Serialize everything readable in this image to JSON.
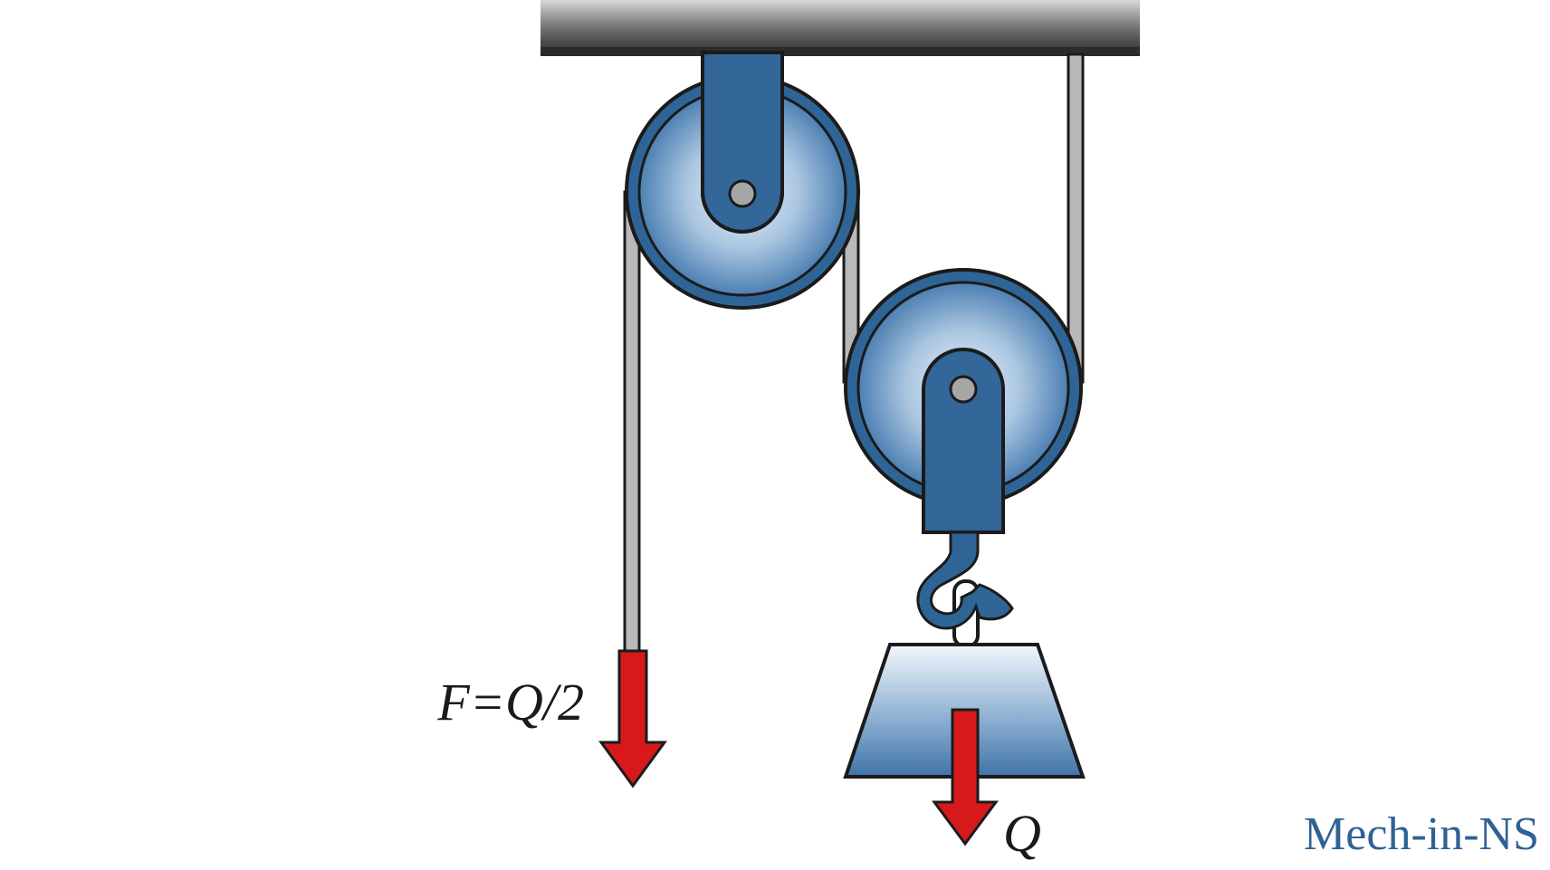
{
  "labels": {
    "force": "F=Q/2",
    "load": "Q",
    "watermark": "Mech-in-NS"
  },
  "colors": {
    "pulley_blue": "#2f6596",
    "pulley_light": "#e3eef8",
    "bracket_blue": "#336699",
    "rope_fill": "#b9b9b9",
    "arrow_red": "#d7191c",
    "beam_dark": "#3a3a3a",
    "watermark": "#2e6294",
    "outline": "#1b1b1b"
  },
  "icons": {
    "fixed_pulley": "fixed-pulley-icon",
    "movable_pulley": "movable-pulley-icon",
    "hook": "hook-icon",
    "weight": "weight-icon"
  }
}
